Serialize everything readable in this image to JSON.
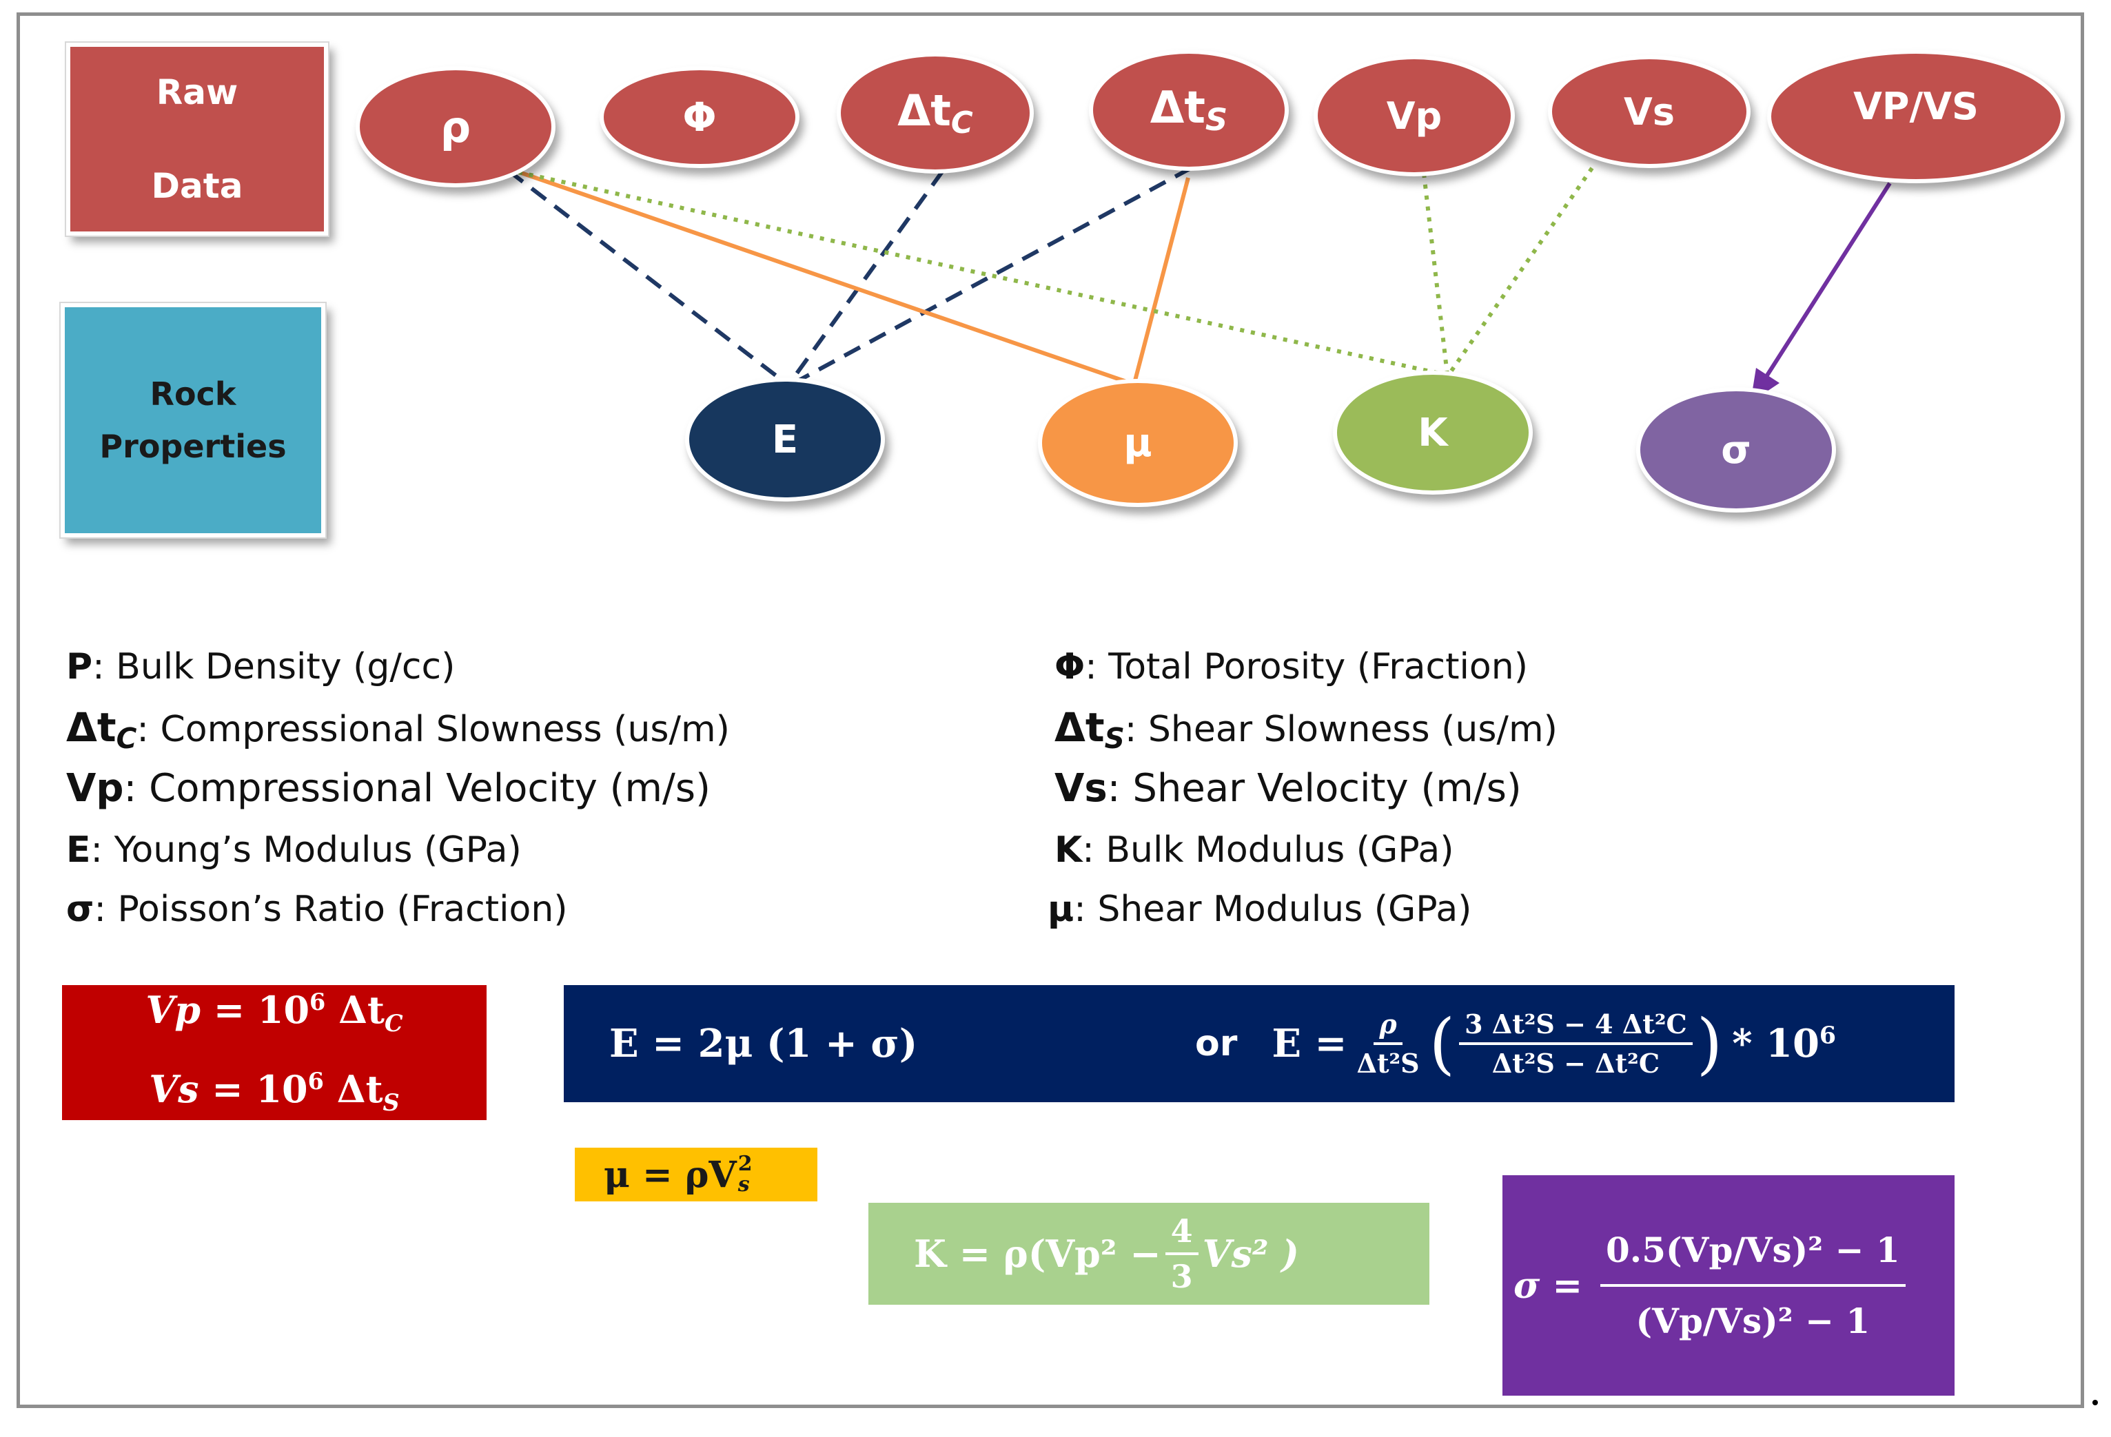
{
  "boxes": {
    "raw_line1": "Raw",
    "raw_line2": "Data",
    "rock_line1": "Rock",
    "rock_line2": "Properties"
  },
  "raw_nodes": {
    "rho": "ρ",
    "phi": "Φ",
    "dtc_base": "Δt",
    "dtc_sub": "C",
    "dts_base": "Δt",
    "dts_sub": "S",
    "vp": "Vp",
    "vs": "Vs",
    "vpvs": "VP/VS"
  },
  "rock_nodes": {
    "E": "E",
    "mu": "μ",
    "K": "K",
    "sigma": "σ"
  },
  "colors": {
    "raw": "#c0504d",
    "rock_box": "#4bacc6",
    "E": "#17375e",
    "mu": "#f79646",
    "K": "#9bbb59",
    "sigma": "#8064a2",
    "dashed_line": "#1f3864",
    "orange_line": "#f79646",
    "green_dotted_line": "#8fb74a",
    "purple_arrow": "#7030a0",
    "eq_red": "#c00000",
    "eq_navy": "#002060",
    "eq_yellow": "#ffc000",
    "eq_green": "#a9d18e",
    "eq_purple": "#7030a0"
  },
  "legend": {
    "l1_sym": "P",
    "l1_text": ": Bulk Density (g/cc)",
    "l2_sym": "Δt",
    "l2_sub": "C",
    "l2_text": ": Compressional Slowness (us/m)",
    "l3_sym": "Vp",
    "l3_text": ": Compressional Velocity (m/s)",
    "l4_sym": "E",
    "l4_text": ": Young’s Modulus (GPa)",
    "l5_sym": "σ",
    "l5_text": ": Poisson’s Ratio (Fraction)",
    "r1_sym": "Φ",
    "r1_text": ": Total Porosity (Fraction)",
    "r2_sym": "Δt",
    "r2_sub": "S",
    "r2_text": ": Shear Slowness (us/m)",
    "r3_sym": "Vs",
    "r3_text": ": Shear Velocity (m/s)",
    "r4_sym": "K",
    "r4_text": ": Bulk Modulus (GPa)",
    "r5_sym": "μ",
    "r5_text": ": Shear Modulus (GPa)"
  },
  "equations": {
    "vp_lhs": "Vp",
    "vp_mid": " = 10",
    "vp_exp": "6",
    "vp_dt": " Δt",
    "vp_sub": "C",
    "vs_lhs": "Vs",
    "vs_mid": " = 10",
    "vs_exp": "6",
    "vs_dt": " Δt",
    "vs_sub": "S",
    "e_simple": "E = 2μ (1 +  σ)",
    "e_or": "or",
    "e_lhs": "E =",
    "e_frac_num": "ρ",
    "e_frac_den": "Δt²S",
    "e_inner_num": "3 Δt²S − 4 Δt²C",
    "e_inner_den": "Δt²S − Δt²C",
    "e_tail": "* 10",
    "e_tail_exp": "6",
    "mu_lhs": "μ =  ρV",
    "mu_sup": "2",
    "mu_sub": "s",
    "k_lhs": "K =  ρ(Vp² −",
    "k_num": "4",
    "k_den": "3",
    "k_rhs": "Vs² )",
    "sigma_lhs": "σ  =",
    "sigma_num": "0.5(Vp/Vs)² − 1",
    "sigma_den": "(Vp/Vs)² − 1"
  }
}
